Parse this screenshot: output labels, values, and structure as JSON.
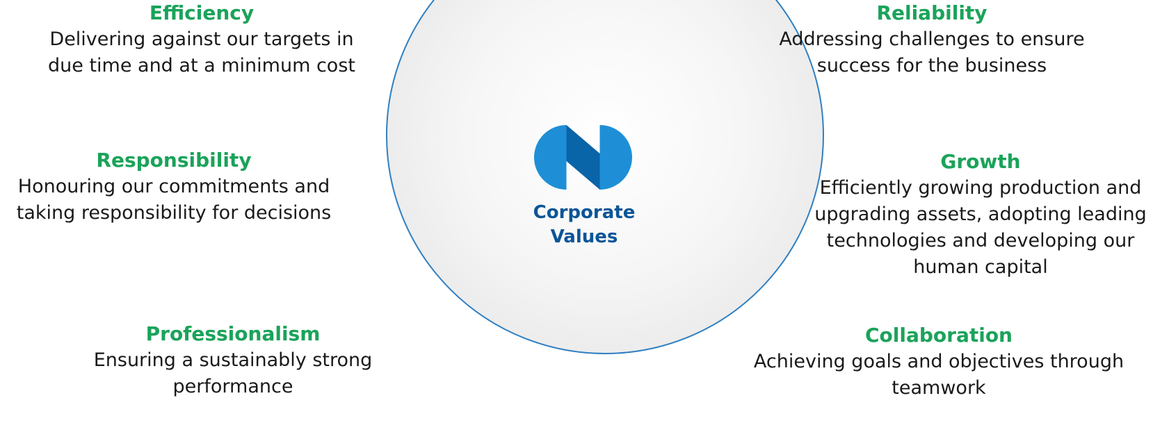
{
  "center": {
    "line1": "Corporate",
    "line2": "Values"
  },
  "colors": {
    "title_green": "#1aa35a",
    "center_blue": "#0b5597",
    "circle_border": "#2f7fc1",
    "logo_light": "#1e8fd6",
    "logo_dark": "#0a64a8"
  },
  "values": {
    "efficiency": {
      "title": "Efficiency",
      "line1": "Delivering against our targets in",
      "line2": "due time and at a minimum cost"
    },
    "responsibility": {
      "title": "Responsibility",
      "line1": "Honouring our commitments and",
      "line2": "taking responsibility for decisions"
    },
    "professionalism": {
      "title": "Professionalism",
      "line1": "Ensuring a sustainably strong",
      "line2": "performance"
    },
    "reliability": {
      "title": "Reliability",
      "line1": "Addressing challenges to ensure",
      "line2": "success for the business"
    },
    "growth": {
      "title": "Growth",
      "line1": "Efficiently growing production and",
      "line2": "upgrading assets, adopting leading",
      "line3": "technologies and developing our",
      "line4": "human capital"
    },
    "collaboration": {
      "title": "Collaboration",
      "line1": "Achieving goals and objectives through",
      "line2": "teamwork"
    }
  }
}
